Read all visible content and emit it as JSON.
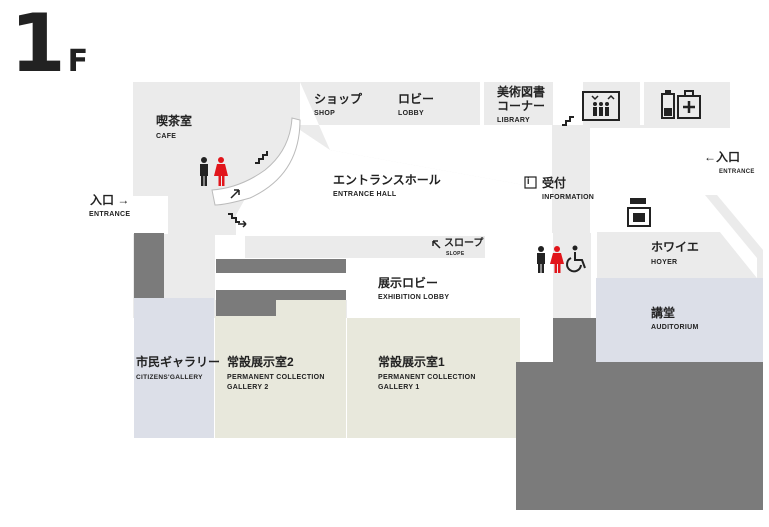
{
  "floor": {
    "number": "1",
    "suffix": "F"
  },
  "rooms": {
    "cafe": {
      "jp": "喫茶室",
      "en": "CAFE"
    },
    "shop": {
      "jp": "ショップ",
      "en": "SHOP"
    },
    "lobby": {
      "jp": "ロビー",
      "en": "LOBBY"
    },
    "library": {
      "jp1": "美術図書",
      "jp2": "コーナー",
      "en": "LIBRARY"
    },
    "entrance_hall": {
      "jp": "エントランスホール",
      "en": "ENTRANCE HALL"
    },
    "information": {
      "jp": "受付",
      "en": "INFORMATION",
      "icon": "i"
    },
    "slope": {
      "jp": "スロープ",
      "en": "SLOPE"
    },
    "hoyer": {
      "jp": "ホワイエ",
      "en": "HOYER"
    },
    "exhibition_lobby": {
      "jp": "展示ロビー",
      "en": "EXHIBITION LOBBY"
    },
    "auditorium": {
      "jp": "講堂",
      "en": "AUDITORIUM"
    },
    "citizens_gallery": {
      "jp": "市民ギャラリー",
      "en": "CITIZENS'GALLERY"
    },
    "gallery2": {
      "jp": "常設展示室2",
      "en1": "PERMANENT COLLECTION",
      "en2": "GALLERY 2"
    },
    "gallery1": {
      "jp": "常設展示室1",
      "en1": "PERMANENT COLLECTION",
      "en2": "GALLERY 1"
    }
  },
  "entrances": {
    "west": {
      "jp": "入口",
      "en": "ENTRANCE"
    },
    "east": {
      "jp": "入口",
      "en": "ENTRANCE"
    }
  },
  "colors": {
    "corridor": "#ebebeb",
    "wall_dark": "#7b7b7b",
    "gallery": "#e8e8dc",
    "auditorium": "#dcdfe8",
    "citizens": "#dcdfe8",
    "icon": "#222222",
    "female": "#e1151b"
  },
  "icons": [
    "toilet-male-icon",
    "toilet-female-icon",
    "wheelchair-icon",
    "elevator-icon",
    "locker-icon",
    "first-aid-icon",
    "stairs-icon"
  ]
}
